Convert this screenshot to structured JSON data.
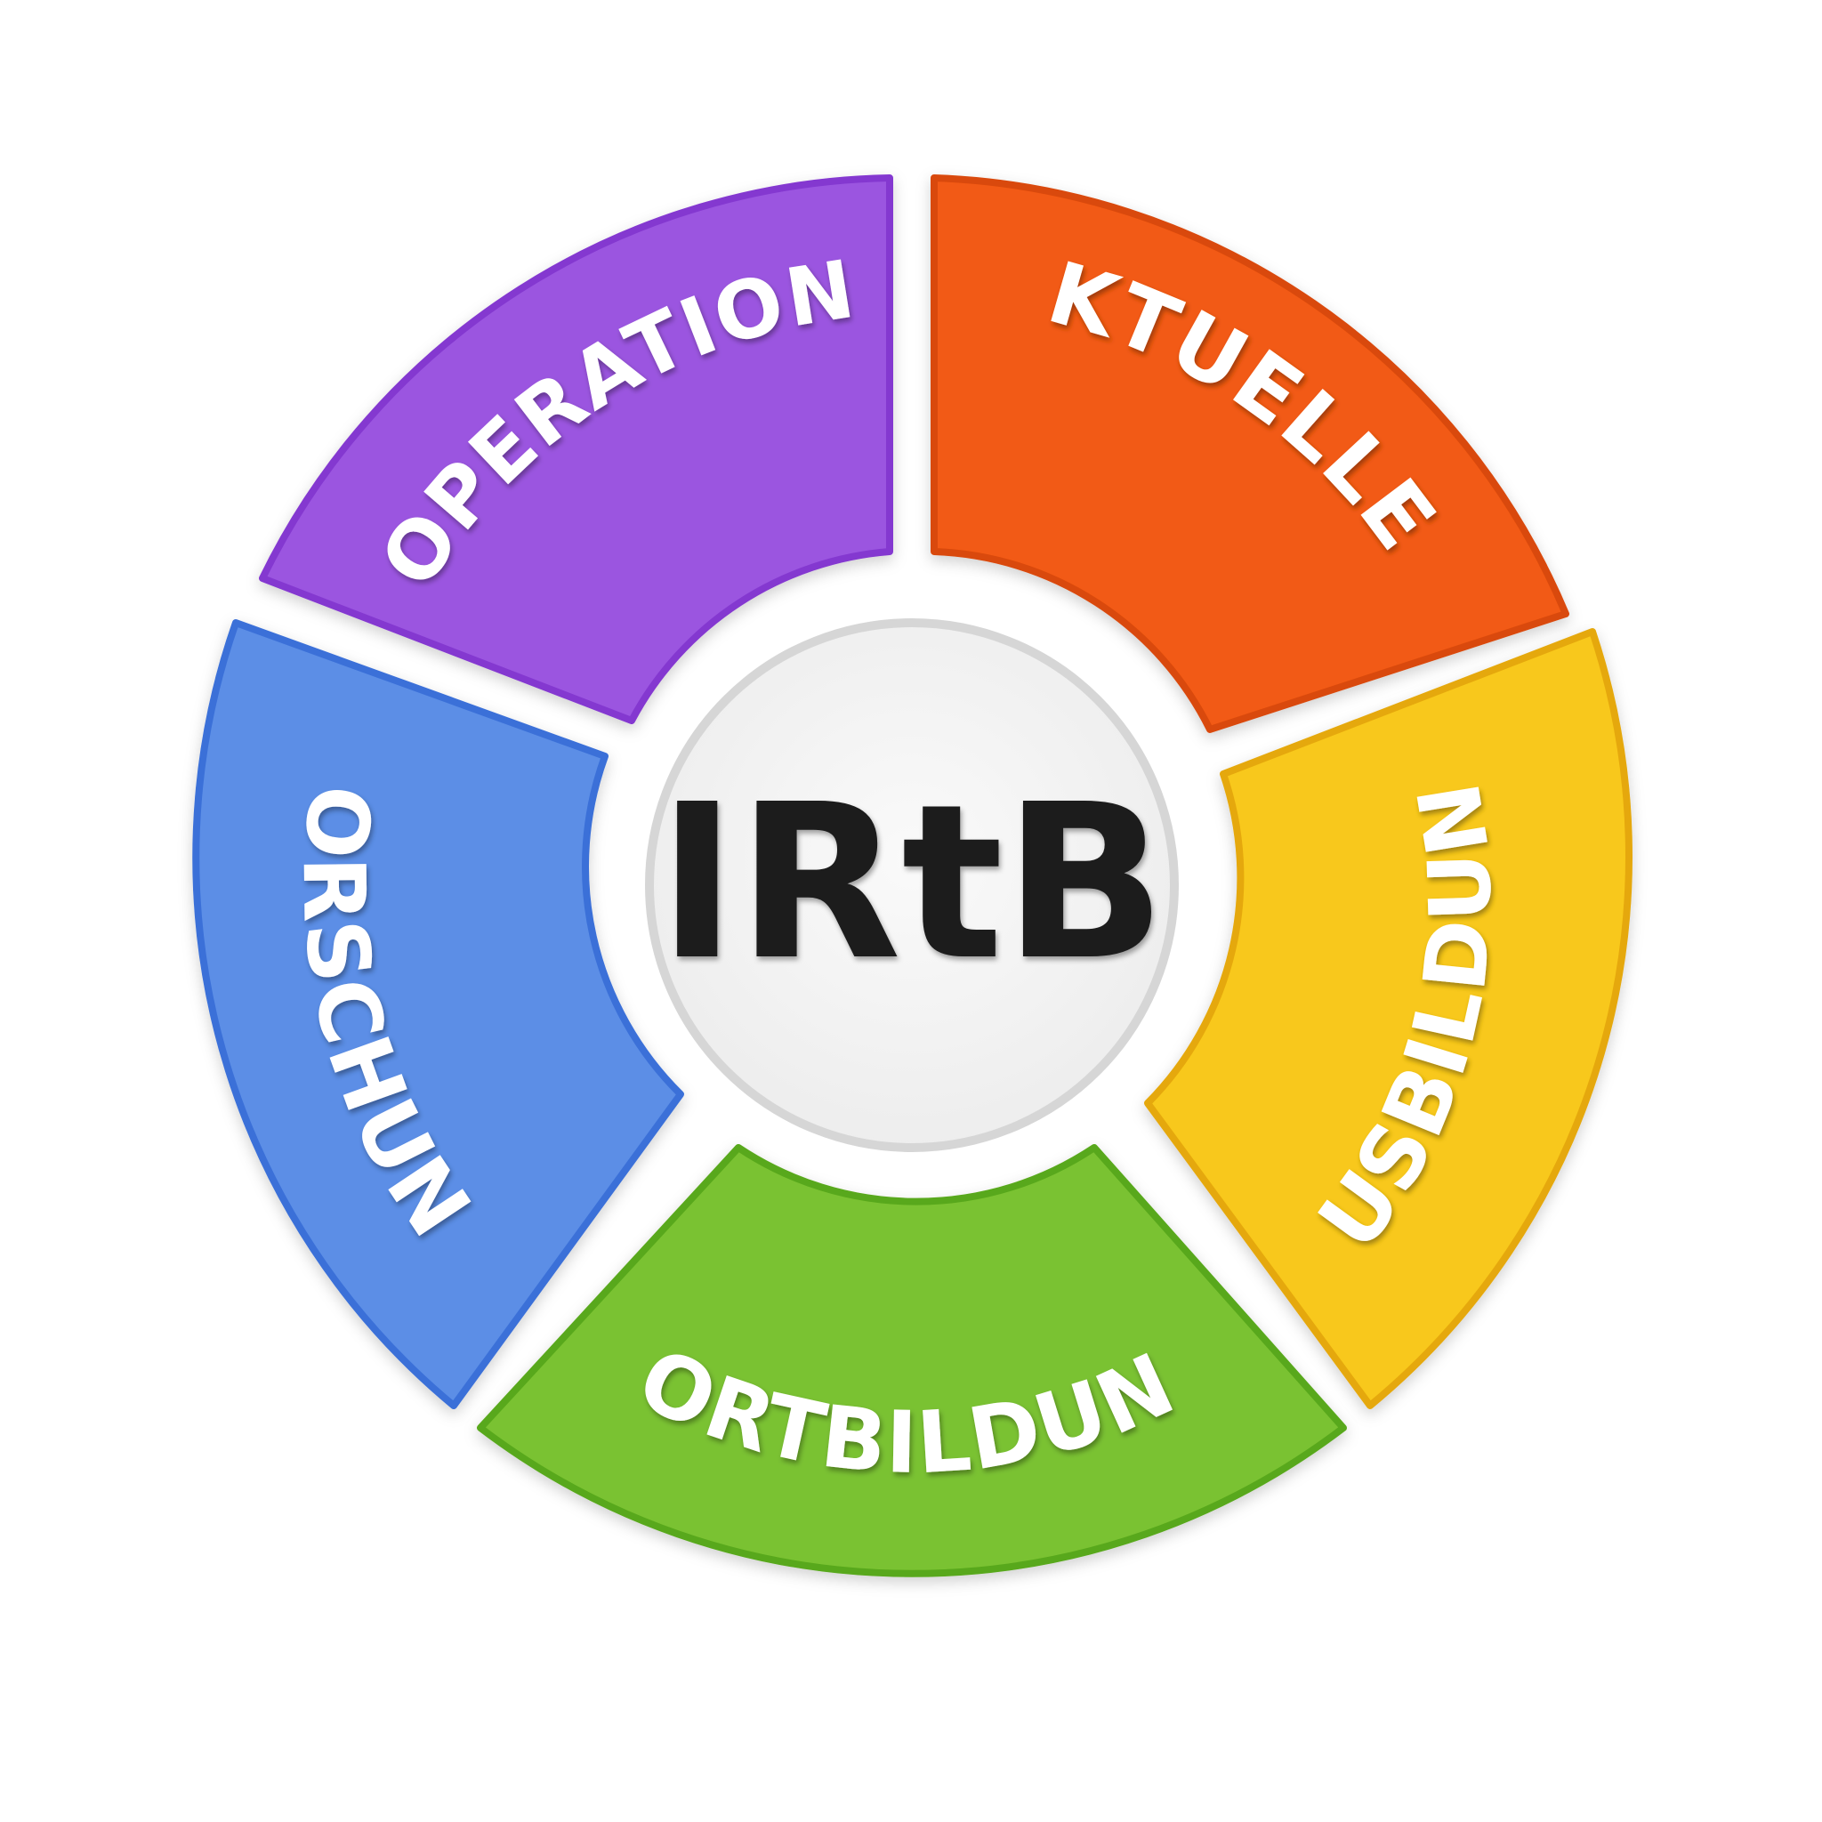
{
  "diagram": {
    "center": {
      "label": "IRtB",
      "fill": "#f2f2f2",
      "stroke": "#d8d8d8"
    },
    "segments": [
      {
        "label": "AKTUELLES",
        "color": "#f25a12",
        "edge": "#e04a08",
        "position": "top-right"
      },
      {
        "label": "AUSBILDUNG",
        "color": "#f8c81a",
        "edge": "#eeb010",
        "position": "right"
      },
      {
        "label": "FORTBILDUNG",
        "color": "#7ac232",
        "edge": "#5fae1e",
        "position": "bottom"
      },
      {
        "label": "FORSCHUNG",
        "color": "#5b8ee6",
        "edge": "#3f78dc",
        "position": "left"
      },
      {
        "label": "KOOPERATIONEN",
        "color": "#9b55e0",
        "edge": "#8a3fd6",
        "position": "top-left"
      }
    ]
  }
}
